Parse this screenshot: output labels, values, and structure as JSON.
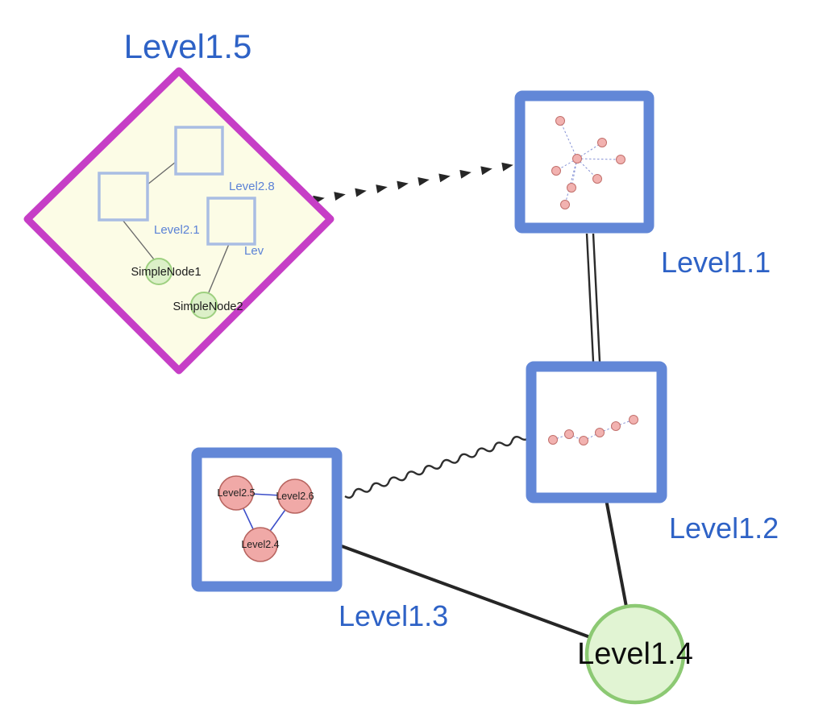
{
  "labels": {
    "level15": "Level1.5",
    "level11": "Level1.1",
    "level12": "Level1.2",
    "level13": "Level1.3",
    "level14": "Level1.4",
    "level28": "Level2.8",
    "level21": "Level2.1",
    "lev_truncated": "Lev",
    "simplenode1": "SimpleNode1",
    "simplenode2": "SimpleNode2",
    "level25": "Level2.5",
    "level26": "Level2.6",
    "level24": "Level2.4"
  },
  "colors": {
    "label_blue": "#2e62c6",
    "inner_label_blue": "#5b82d6",
    "diamond_stroke": "#c63ec6",
    "diamond_fill": "#fcfce6",
    "group_border_blue": "#6287d7",
    "inner_square_stroke": "#a9bde3",
    "green_node_fill": "#dcf0c8",
    "green_node_stroke": "#9ed080",
    "big_green_fill": "#e1f4d3",
    "big_green_stroke": "#8cc973",
    "pink_node_fill": "#f0a9a7",
    "pink_node_stroke": "#b86560",
    "mini_edge_blue": "#8693d6",
    "triangle_edge_blue": "#3c4ec9",
    "edge_black": "#262626"
  },
  "graph": {
    "top_level_nodes": [
      {
        "id": "Level1.5",
        "type": "diamond-group"
      },
      {
        "id": "Level1.1",
        "type": "group-box"
      },
      {
        "id": "Level1.2",
        "type": "group-box"
      },
      {
        "id": "Level1.3",
        "type": "group-box"
      },
      {
        "id": "Level1.4",
        "type": "circle-node"
      }
    ],
    "top_level_edges": [
      {
        "from": "Level1.5",
        "to": "Level1.1",
        "style": "dashed-arrow-chain"
      },
      {
        "from": "Level1.1",
        "to": "Level1.2",
        "style": "double-line"
      },
      {
        "from": "Level1.2",
        "to": "Level1.3",
        "style": "wavy"
      },
      {
        "from": "Level1.3",
        "to": "Level1.4",
        "style": "solid"
      },
      {
        "from": "Level1.2",
        "to": "Level1.4",
        "style": "solid"
      }
    ],
    "level15_children": [
      "Level2.8",
      "Level2.1",
      "Lev",
      "SimpleNode1",
      "SimpleNode2"
    ],
    "level13_children": [
      "Level2.5",
      "Level2.6",
      "Level2.4"
    ]
  }
}
